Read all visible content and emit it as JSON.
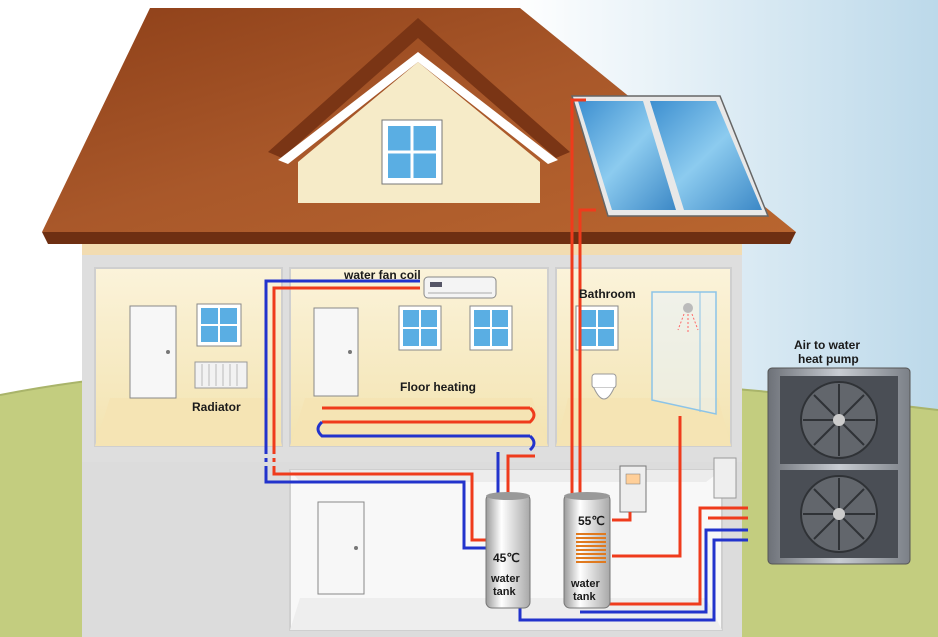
{
  "labels": {
    "water_fan_coil": "water fan coil",
    "bathroom": "Bathroom",
    "radiator": "Radiator",
    "floor_heating": "Floor heating",
    "heat_pump_line1": "Air to water",
    "heat_pump_line2": "heat pump",
    "tank_left_temp": "45℃",
    "tank_left_line1": "water",
    "tank_left_line2": "tank",
    "tank_right_temp": "55℃",
    "tank_right_line1": "water",
    "tank_right_line2": "tank"
  },
  "colors": {
    "sky": "#cfe3ee",
    "ground": "#c2cc7e",
    "roof": "#9a4b22",
    "roof_dark": "#6e2f12",
    "wall_upper": "#f6ebc8",
    "wall_lower": "#f7f7f7",
    "frame": "#c9c9c9",
    "hot_pipe": "#ef3b1c",
    "cold_pipe": "#2233cc",
    "solar_panel": "#5aa9da",
    "window": "#4da8e0"
  }
}
